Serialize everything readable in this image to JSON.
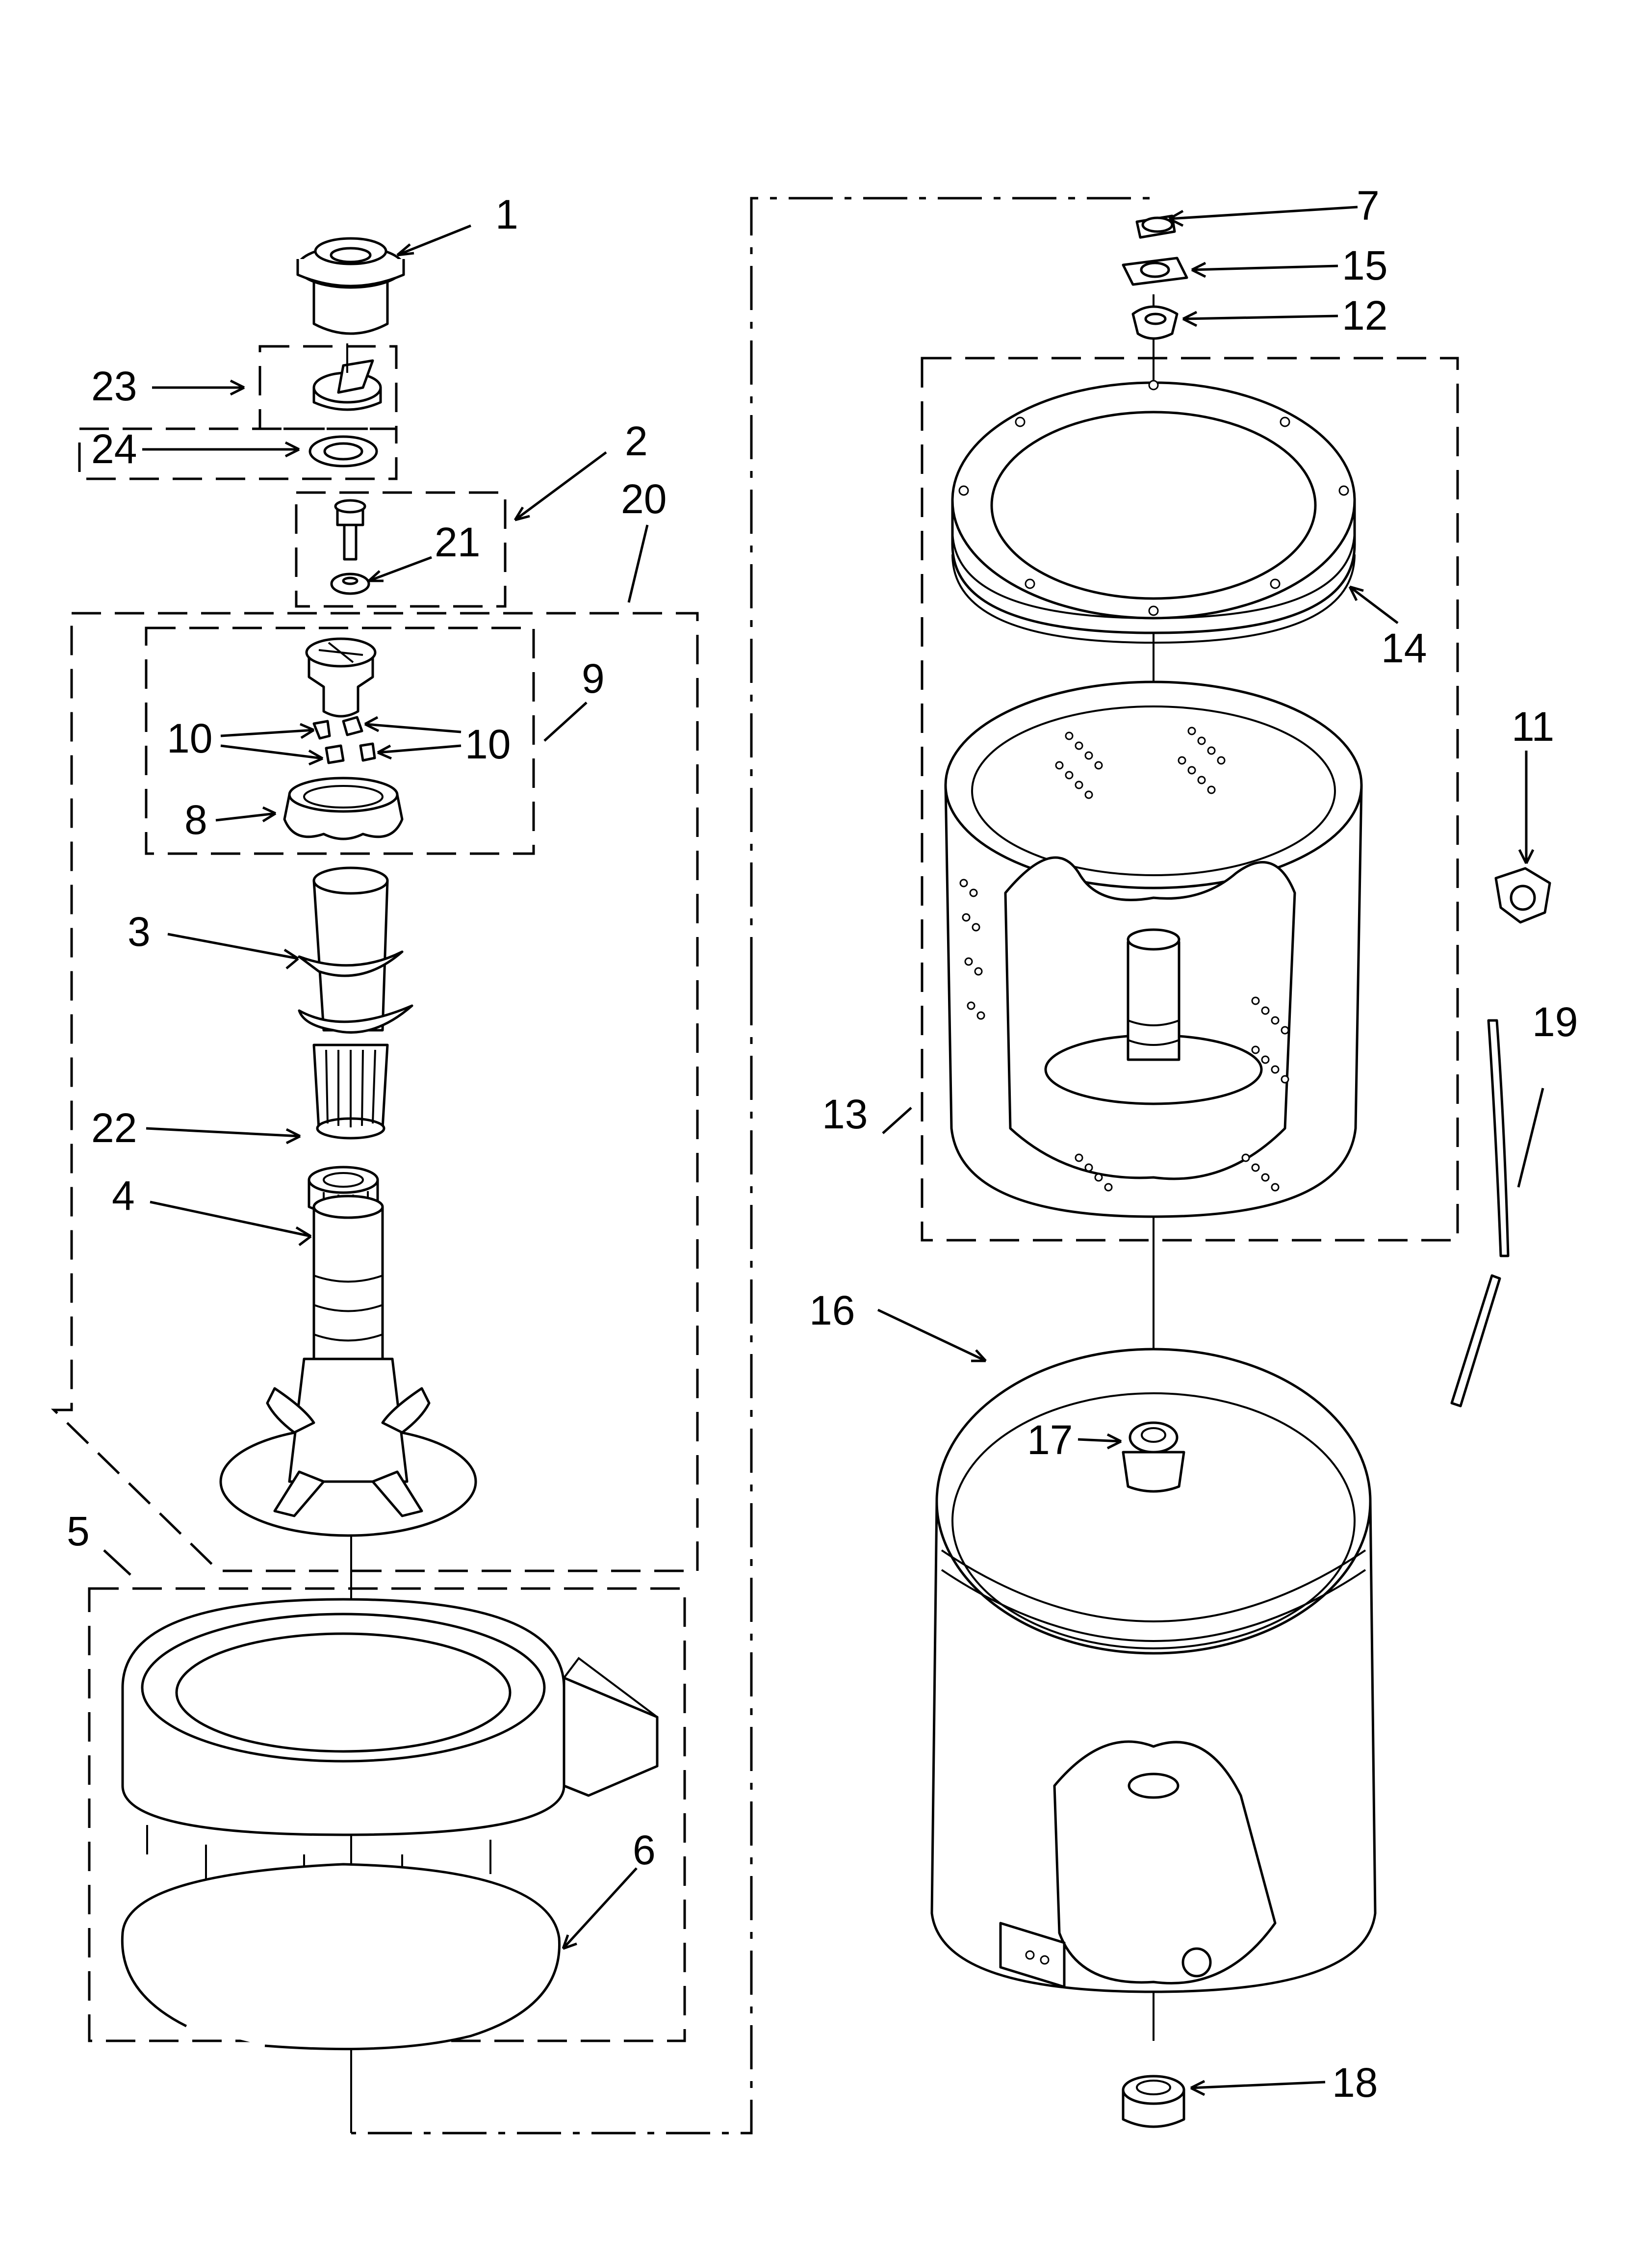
{
  "diagram": {
    "callouts": [
      "1",
      "2",
      "3",
      "4",
      "5",
      "6",
      "7",
      "8",
      "9",
      "10",
      "10",
      "11",
      "12",
      "13",
      "14",
      "15",
      "16",
      "17",
      "18",
      "19",
      "20",
      "21",
      "22",
      "23",
      "24"
    ],
    "parts": [
      "agitator-cap",
      "fabric-softener-cup",
      "bolt",
      "washer",
      "cam",
      "agitator-dogs",
      "cam-ring",
      "agitator-extension",
      "ratchet",
      "agitator-base",
      "tub-ring",
      "tub-seal",
      "drive-block",
      "clip",
      "balance-ring",
      "spin-basket",
      "outer-tub",
      "hub-seal",
      "bearing",
      "hose",
      "spanner-nut",
      "drive-bell"
    ]
  },
  "colors": {
    "line": "#000000",
    "background": "#ffffff"
  }
}
